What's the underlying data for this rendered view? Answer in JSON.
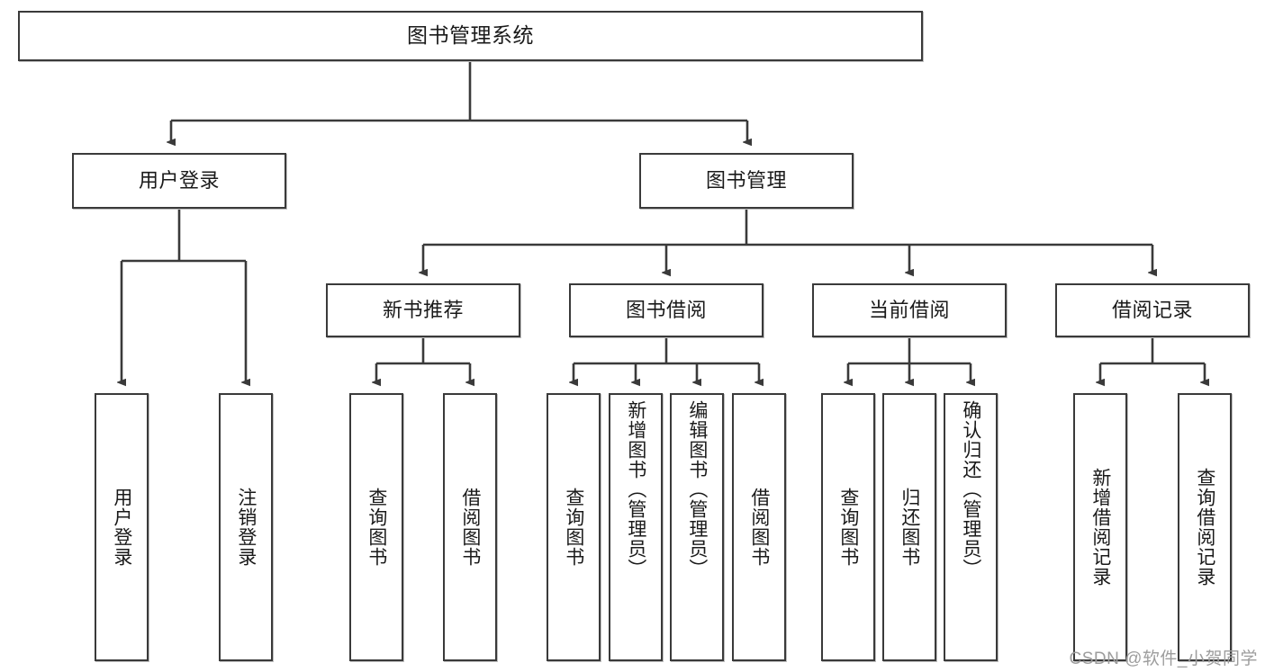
{
  "diagram": {
    "type": "tree-hierarchy-chart",
    "title": "图书管理系统",
    "root": {
      "id": "root",
      "label": "图书管理系统"
    },
    "level2": [
      {
        "id": "user-login",
        "label": "用户登录"
      },
      {
        "id": "book-management",
        "label": "图书管理"
      }
    ],
    "level3": [
      {
        "id": "new-book-recommend",
        "label": "新书推荐",
        "parent": "book-management"
      },
      {
        "id": "book-borrow",
        "label": "图书借阅",
        "parent": "book-management"
      },
      {
        "id": "current-borrow",
        "label": "当前借阅",
        "parent": "book-management"
      },
      {
        "id": "borrow-record",
        "label": "借阅记录",
        "parent": "book-management"
      }
    ],
    "leaves": [
      {
        "id": "leaf-user-login",
        "label": "用户登录",
        "parent": "user-login"
      },
      {
        "id": "leaf-logout-login",
        "label": "注销登录",
        "parent": "user-login"
      },
      {
        "id": "leaf-query-book-1",
        "label": "查询图书",
        "parent": "new-book-recommend"
      },
      {
        "id": "leaf-borrow-book-1",
        "label": "借阅图书",
        "parent": "new-book-recommend"
      },
      {
        "id": "leaf-query-book-2",
        "label": "查询图书",
        "parent": "book-borrow"
      },
      {
        "id": "leaf-add-book",
        "label": "新增图书（管理员）",
        "parent": "book-borrow"
      },
      {
        "id": "leaf-edit-book",
        "label": "编辑图书（管理员）",
        "parent": "book-borrow"
      },
      {
        "id": "leaf-borrow-book-2",
        "label": "借阅图书",
        "parent": "book-borrow"
      },
      {
        "id": "leaf-query-book-3",
        "label": "查询图书",
        "parent": "current-borrow"
      },
      {
        "id": "leaf-return-book",
        "label": "归还图书",
        "parent": "current-borrow"
      },
      {
        "id": "leaf-confirm-return",
        "label": "确认归还（管理员）",
        "parent": "current-borrow"
      },
      {
        "id": "leaf-add-record",
        "label": "新增借阅记录",
        "parent": "borrow-record"
      },
      {
        "id": "leaf-query-record",
        "label": "查询借阅记录",
        "parent": "borrow-record"
      }
    ]
  },
  "watermark": {
    "text": "CSDN @软件_小贺同学"
  },
  "colors": {
    "border": "#3a3a3a",
    "connector": "#3a3a3a",
    "text": "#1a1a1a",
    "background": "#ffffff",
    "watermark": "#9d9d9d"
  }
}
